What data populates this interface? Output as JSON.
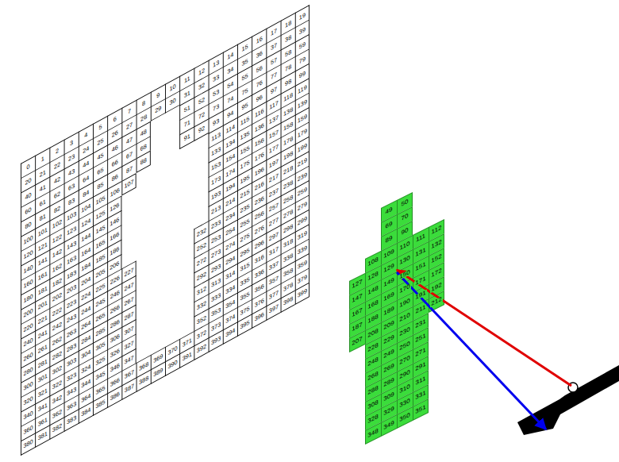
{
  "diagram": {
    "labels": [
      "0",
      "1",
      "2",
      "3",
      "4",
      "5",
      "6",
      "7",
      "8",
      "9",
      "10",
      "11",
      "12",
      "13",
      "14",
      "15",
      "16",
      "17",
      "18",
      "19",
      "20",
      "21",
      "22",
      "23",
      "24",
      "25",
      "26",
      "27",
      "28",
      "29",
      "30",
      "31",
      "32",
      "33",
      "34",
      "35",
      "36",
      "37",
      "38",
      "39",
      "40",
      "41",
      "42",
      "43",
      "44",
      "45",
      "46",
      "47",
      "48",
      "51",
      "52",
      "53",
      "54",
      "55",
      "56",
      "57",
      "58",
      "59",
      "60",
      "61",
      "62",
      "63",
      "64",
      "65",
      "66",
      "67",
      "68",
      "71",
      "72",
      "73",
      "74",
      "75",
      "76",
      "77",
      "78",
      "79",
      "80",
      "81",
      "82",
      "83",
      "84",
      "85",
      "86",
      "87",
      "88",
      "91",
      "92",
      "93",
      "94",
      "95",
      "96",
      "97",
      "98",
      "99",
      "100",
      "101",
      "102",
      "103",
      "104",
      "105",
      "106",
      "107",
      "113",
      "114",
      "115",
      "116",
      "117",
      "118",
      "119",
      "120",
      "121",
      "122",
      "123",
      "124",
      "125",
      "126",
      "133",
      "134",
      "135",
      "136",
      "137",
      "138",
      "139",
      "140",
      "141",
      "142",
      "143",
      "144",
      "145",
      "146",
      "153",
      "154",
      "155",
      "156",
      "157",
      "158",
      "159",
      "160",
      "161",
      "162",
      "163",
      "164",
      "165",
      "166",
      "173",
      "174",
      "175",
      "176",
      "177",
      "178",
      "179",
      "180",
      "181",
      "182",
      "183",
      "184",
      "185",
      "186",
      "193",
      "194",
      "195",
      "196",
      "197",
      "198",
      "199",
      "200",
      "201",
      "202",
      "203",
      "204",
      "205",
      "206",
      "213",
      "214",
      "215",
      "216",
      "217",
      "218",
      "219",
      "220",
      "221",
      "222",
      "223",
      "224",
      "225",
      "226",
      "227",
      "232",
      "233",
      "234",
      "235",
      "236",
      "237",
      "238",
      "239",
      "240",
      "241",
      "242",
      "243",
      "244",
      "245",
      "246",
      "247",
      "252",
      "253",
      "254",
      "255",
      "256",
      "257",
      "258",
      "259",
      "260",
      "261",
      "262",
      "263",
      "264",
      "265",
      "266",
      "267",
      "272",
      "273",
      "274",
      "275",
      "276",
      "277",
      "278",
      "279",
      "280",
      "281",
      "282",
      "283",
      "284",
      "285",
      "286",
      "287",
      "292",
      "293",
      "294",
      "295",
      "296",
      "297",
      "298",
      "299",
      "300",
      "301",
      "302",
      "303",
      "304",
      "305",
      "306",
      "307",
      "312",
      "313",
      "314",
      "315",
      "316",
      "317",
      "318",
      "319",
      "320",
      "321",
      "322",
      "323",
      "324",
      "325",
      "326",
      "327",
      "332",
      "333",
      "334",
      "335",
      "336",
      "337",
      "338",
      "339",
      "340",
      "341",
      "342",
      "343",
      "344",
      "345",
      "346",
      "347",
      "352",
      "353",
      "354",
      "355",
      "356",
      "357",
      "358",
      "359",
      "360",
      "361",
      "362",
      "363",
      "364",
      "365",
      "366",
      "367",
      "368",
      "369",
      "370",
      "371",
      "372",
      "373",
      "374",
      "375",
      "376",
      "377",
      "378",
      "379",
      "380",
      "381",
      "382",
      "383",
      "384",
      "385",
      "386",
      "387",
      "388",
      "389",
      "390",
      "391",
      "392",
      "393",
      "394",
      "395",
      "396",
      "397",
      "398",
      "399",
      "49",
      "50",
      "69",
      "70",
      "89",
      "90",
      "108",
      "109",
      "110",
      "111",
      "112",
      "127",
      "128",
      "129",
      "130",
      "131",
      "132",
      "147",
      "148",
      "149",
      "150",
      "151",
      "152",
      "167",
      "168",
      "169",
      "170",
      "171",
      "172",
      "187",
      "188",
      "189",
      "190",
      "191",
      "192",
      "207",
      "208",
      "209",
      "210",
      "211",
      "212",
      "228",
      "229",
      "230",
      "231",
      "248",
      "249",
      "250",
      "251",
      "268",
      "269",
      "270",
      "271",
      "288",
      "289",
      "290",
      "291",
      "308",
      "309",
      "310",
      "311",
      "328",
      "329",
      "330",
      "331",
      "348",
      "349",
      "350",
      "351"
    ]
  }
}
